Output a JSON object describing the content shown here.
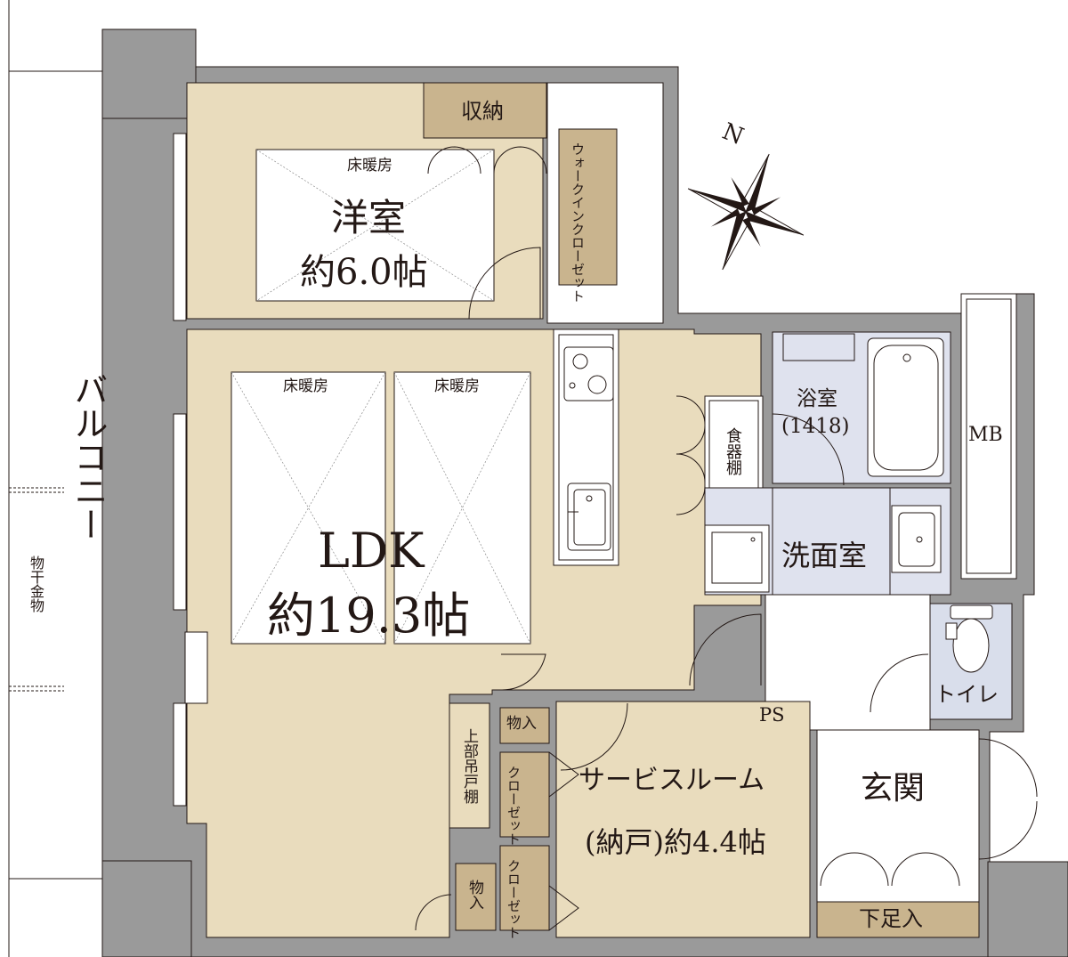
{
  "compass": {
    "north_label": "N"
  },
  "rooms": {
    "western": {
      "name": "洋室",
      "size": "約6.0帖",
      "floor_heating": "床暖房"
    },
    "storage_top": {
      "name": "収納"
    },
    "walk_in_closet": {
      "name": "ウォークインクローゼット"
    },
    "ldk": {
      "name": "LDK",
      "size": "約19.3帖",
      "floor_heating_left": "床暖房",
      "floor_heating_right": "床暖房"
    },
    "dish_shelf": {
      "name": "食器棚"
    },
    "bath": {
      "name": "浴室",
      "size": "(1418)"
    },
    "washroom": {
      "name": "洗面室"
    },
    "mb": {
      "name": "MB"
    },
    "toilet": {
      "name": "トイレ"
    },
    "ps": {
      "name": "PS"
    },
    "service_room": {
      "name": "サービスルーム",
      "size": "(納戸)約4.4帖"
    },
    "monoire_top": {
      "name": "物入"
    },
    "monoire_bottom": {
      "name": "物入"
    },
    "closet_top": {
      "name": "クローゼット"
    },
    "closet_bottom": {
      "name": "クローゼット"
    },
    "upper_cabinet": {
      "name": "上部吊戸棚"
    },
    "entrance": {
      "name": "玄関"
    },
    "shoe_box": {
      "name": "下足入"
    },
    "balcony": {
      "name": "バルコニー"
    },
    "drying_hardware": {
      "name": "物干金物"
    }
  },
  "colors": {
    "floor": "#e9dcbd",
    "wall": "#9a9a9a",
    "storage": "#c9b48e",
    "bath": "#dfe2ee",
    "toilet": "#d9deeb",
    "line": "#231815"
  }
}
